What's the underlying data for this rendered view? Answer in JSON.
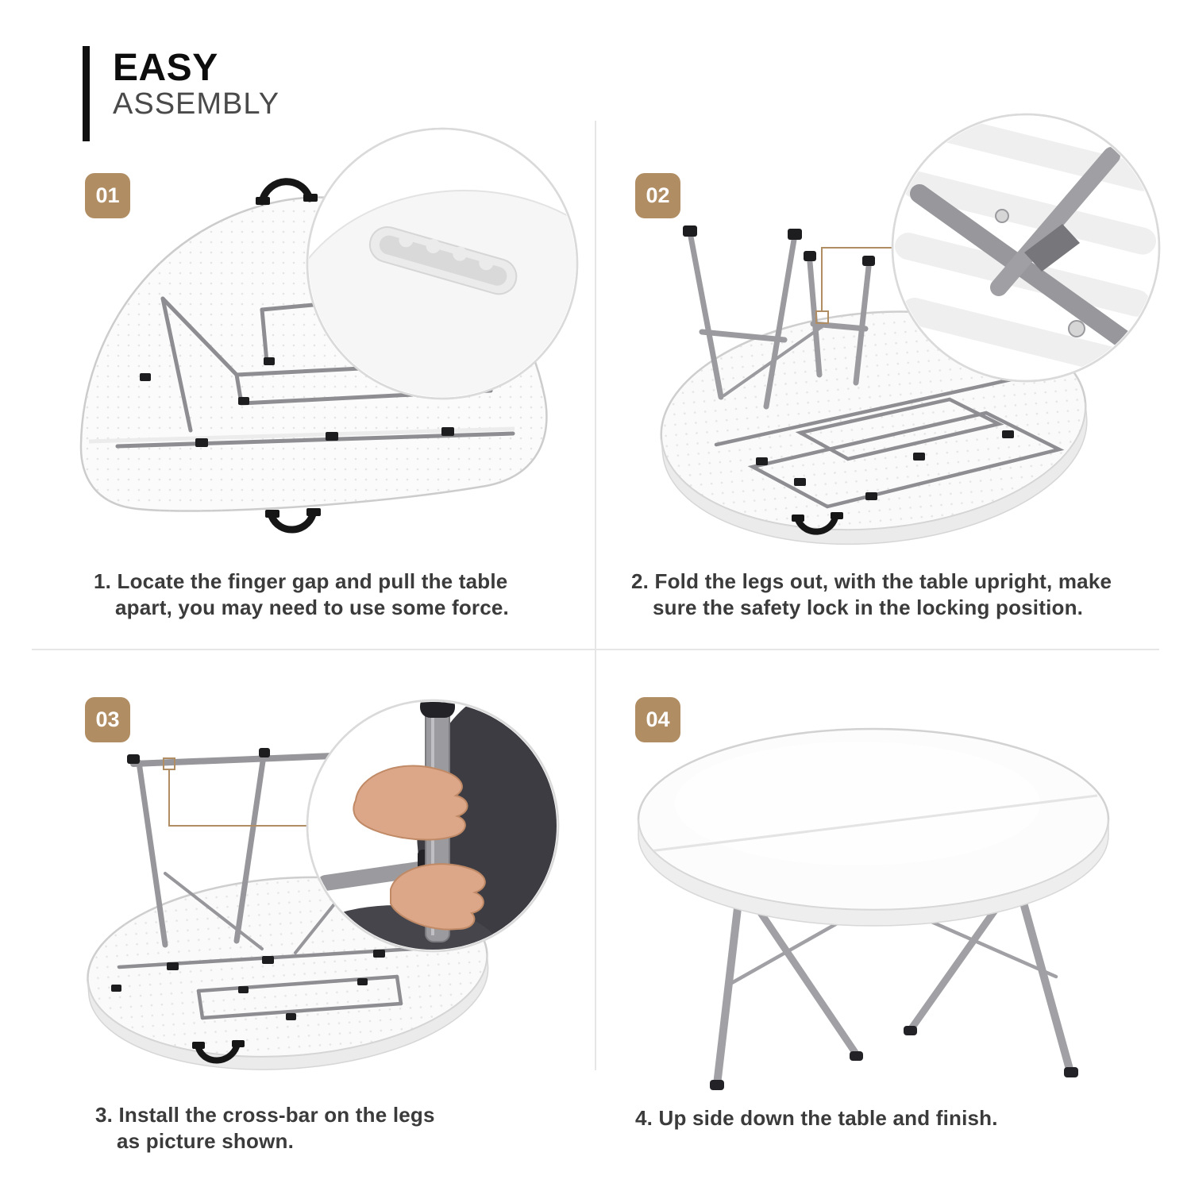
{
  "header": {
    "title": "EASY",
    "subtitle": "ASSEMBLY"
  },
  "steps": [
    {
      "number": "01",
      "caption": [
        "1. Locate the finger gap and pull the table",
        "apart, you may need to use some force."
      ]
    },
    {
      "number": "02",
      "caption": [
        "2.  Fold the legs out, with the table upright, make",
        "sure the safety lock in the locking position."
      ]
    },
    {
      "number": "03",
      "caption": [
        "3. Install the cross-bar on the legs",
        "as picture shown."
      ]
    },
    {
      "number": "04",
      "caption": [
        "4. Up side down the table and finish."
      ]
    }
  ],
  "colors": {
    "badge": "#b08d63",
    "caption_text": "#3b3b3b",
    "callout": "#b08d63",
    "divider": "#e6e6e6",
    "frame_gray": "#8e8e92",
    "leg_gray": "#9b9b9f",
    "tabletop": "#fafafa",
    "accent_black": "#101010",
    "hand_skin": "#dca688"
  },
  "icons": {
    "magnifier_step1": "finger-gap-handle-closeup",
    "magnifier_step2": "safety-lock-closeup",
    "magnifier_step3": "hands-crossbar-closeup"
  }
}
